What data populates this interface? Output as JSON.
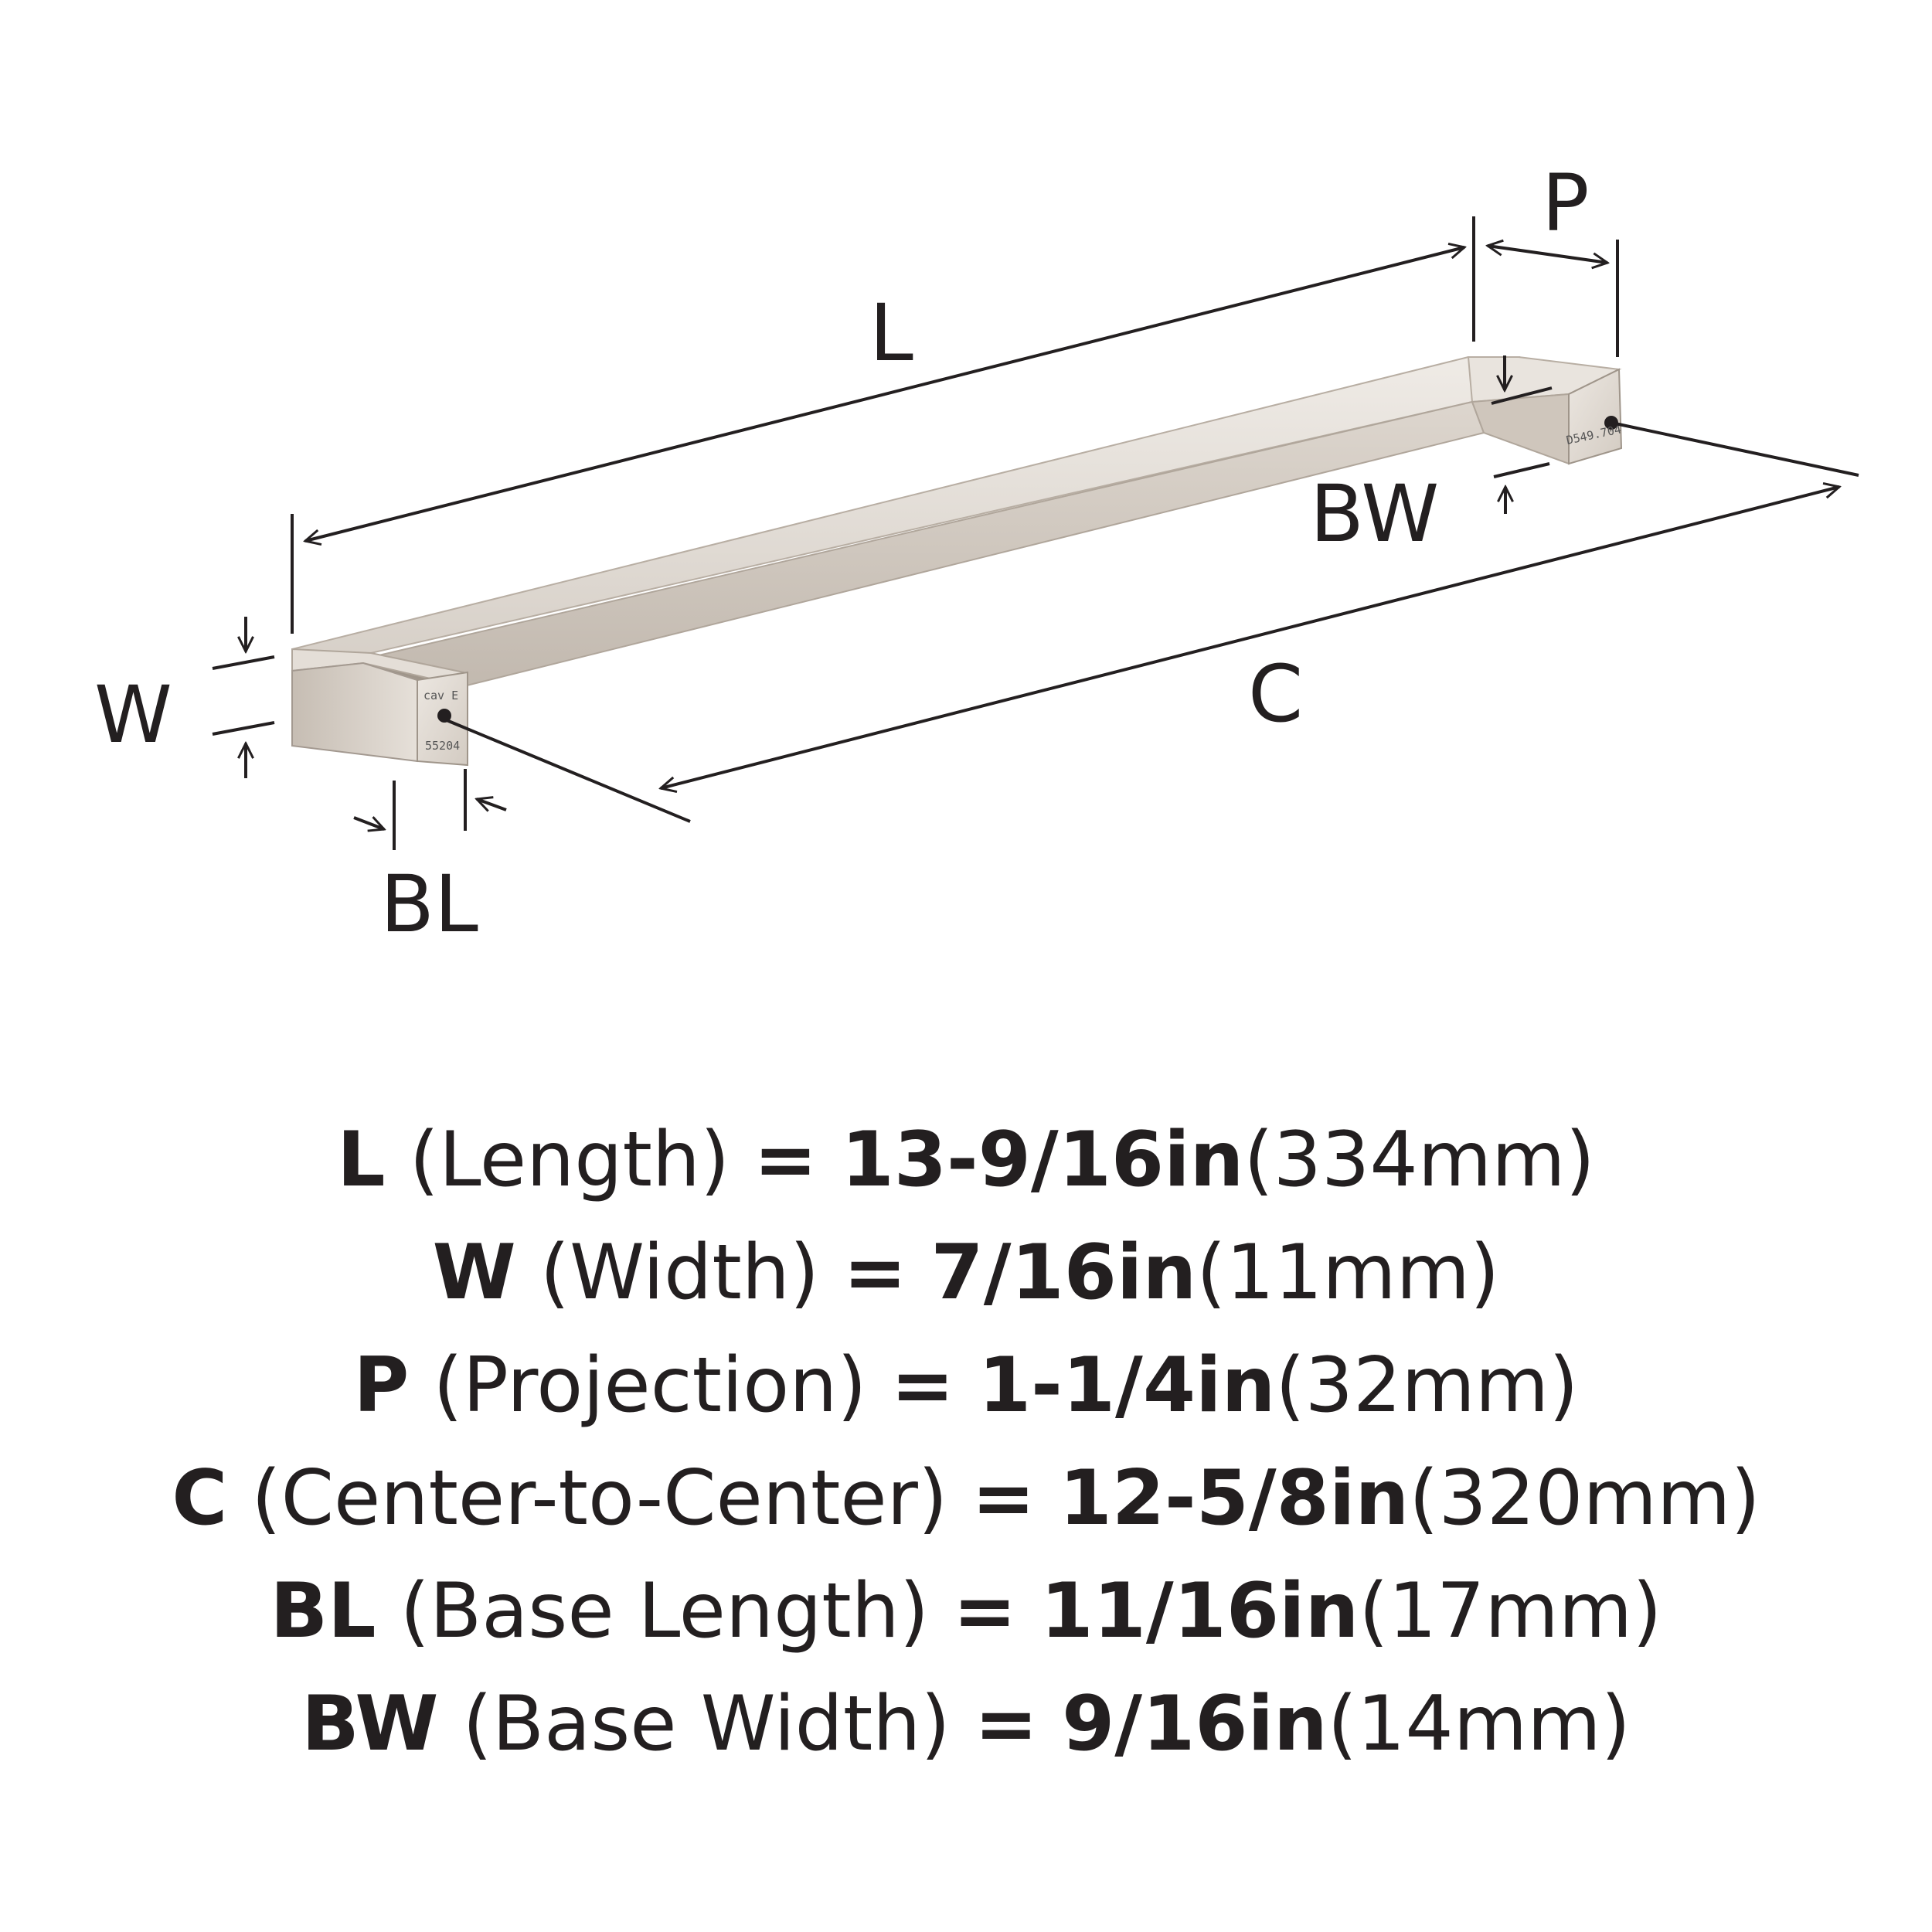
{
  "diagram": {
    "labels": {
      "L": "L",
      "P": "P",
      "BW": "BW",
      "W": "W",
      "C": "C",
      "BL": "BL"
    },
    "product_stamps": {
      "left_top": "cav E",
      "left_bottom": "55204",
      "right": "D549.704"
    },
    "colors": {
      "finish": "#d8d1c9",
      "finish_shadow": "#a99f95",
      "ink": "#231f20"
    }
  },
  "specs": [
    {
      "abbr": "L",
      "name": "(Length)",
      "eq": "=",
      "imperial": "13-9/16in",
      "metric": "(334mm)"
    },
    {
      "abbr": "W",
      "name": "(Width)",
      "eq": "=",
      "imperial": "7/16in",
      "metric": "(11mm)"
    },
    {
      "abbr": "P",
      "name": "(Projection)",
      "eq": "=",
      "imperial": "1-1/4in",
      "metric": "(32mm)"
    },
    {
      "abbr": "C",
      "name": "(Center-to-Center)",
      "eq": "=",
      "imperial": "12-5/8in",
      "metric": "(320mm)"
    },
    {
      "abbr": "BL",
      "name": "(Base Length)",
      "eq": "=",
      "imperial": "11/16in",
      "metric": "(17mm)"
    },
    {
      "abbr": "BW",
      "name": "(Base Width)",
      "eq": "=",
      "imperial": "9/16in",
      "metric": "(14mm)"
    }
  ]
}
